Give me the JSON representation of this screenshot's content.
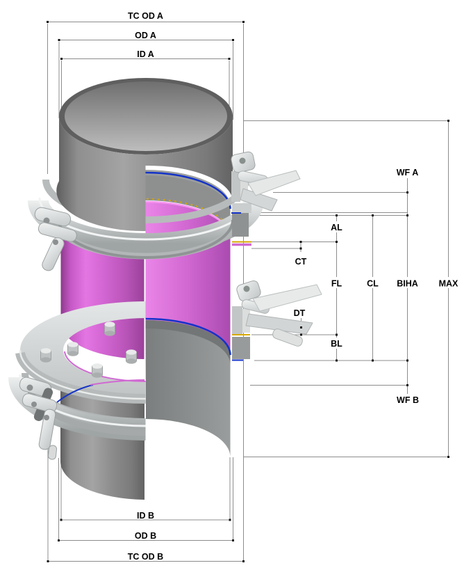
{
  "diagram": {
    "title": "Tri-clamp lined spool assembly cutaway with dimension callouts",
    "view": "isometric cutaway",
    "labels": {
      "tc_od_a": "TC OD A",
      "od_a": "OD A",
      "id_a": "ID A",
      "wf_a": "WF A",
      "al": "AL",
      "ct": "CT",
      "fl": "FL",
      "cl": "CL",
      "biha": "BIHA",
      "max": "MAX",
      "dt": "DT",
      "bl": "BL",
      "wf_b": "WF B",
      "id_b": "ID B",
      "od_b": "OD B",
      "tc_od_b": "TC OD B"
    },
    "label_groups": {
      "top": [
        "TC OD A",
        "OD A",
        "ID A"
      ],
      "right": [
        "WF A",
        "AL",
        "CT",
        "FL",
        "CL",
        "BIHA",
        "MAX",
        "DT",
        "BL",
        "WF B"
      ],
      "bottom": [
        "ID B",
        "OD B",
        "TC OD B"
      ]
    },
    "colors": {
      "background": "#ffffff",
      "dimension_line": "#8c8c8c",
      "tick": "#141414",
      "label_text": "#000000",
      "pipe_gray": "#8c8c8c",
      "pipe_gray_dark": "#5e5e5e",
      "clamp_silver": "#c9cdcd",
      "liner_magenta": "#cf63cf",
      "liner_magenta_bright": "#e87de6",
      "liner_rim_pink": "#f795f0",
      "seal_blue": "#1433c8",
      "gasket_yellow": "#d7a900"
    }
  }
}
